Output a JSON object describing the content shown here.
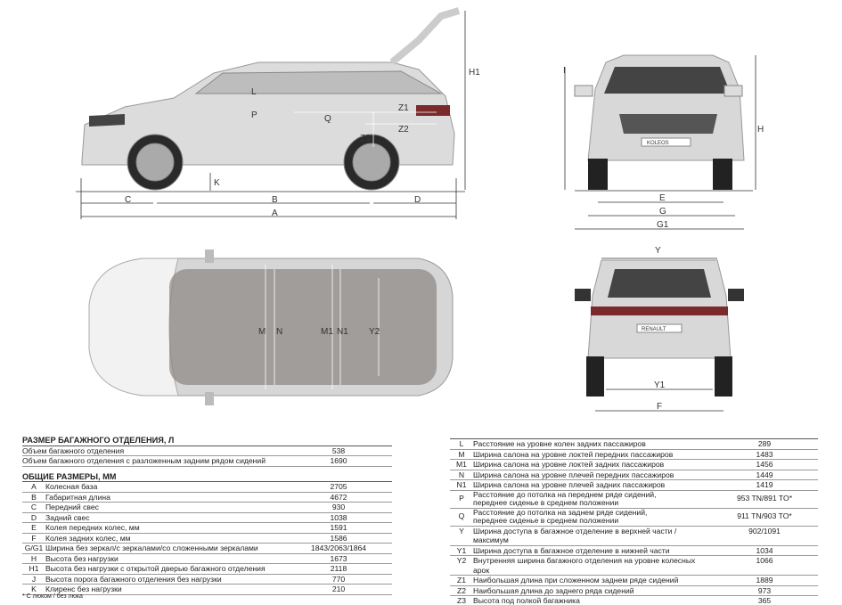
{
  "diagram_labels": {
    "side": {
      "H1": "H1",
      "P": "P",
      "Q": "Q",
      "L": "L",
      "Z1": "Z1",
      "Z2": "Z2",
      "Z3": "Z3",
      "K": "K",
      "C": "C",
      "B": "B",
      "D": "D",
      "A": "A"
    },
    "front": {
      "I": "I",
      "H": "H",
      "E": "E",
      "G": "G",
      "G1": "G1",
      "badge": "KOLEOS"
    },
    "top": {
      "M": "M",
      "N": "N",
      "M1": "M1",
      "N1": "N1",
      "Y2": "Y2"
    },
    "rear": {
      "Y": "Y",
      "Y1": "Y1",
      "F": "F",
      "badge": "RENAULT"
    }
  },
  "trunk": {
    "title": "РАЗМЕР БАГАЖНОГО ОТДЕЛЕНИЯ, Л",
    "rows": [
      {
        "desc": "Объем багажного отделения",
        "value": "538"
      },
      {
        "desc": "Объем багажного отделения с разложенным задним рядом сидений",
        "value": "1690"
      }
    ]
  },
  "general": {
    "title": "ОБЩИЕ РАЗМЕРЫ, ММ",
    "rows": [
      {
        "code": "A",
        "desc": "Колесная база",
        "value": "2705"
      },
      {
        "code": "B",
        "desc": "Габаритная длина",
        "value": "4672"
      },
      {
        "code": "C",
        "desc": "Передний свес",
        "value": "930"
      },
      {
        "code": "D",
        "desc": "Задний свес",
        "value": "1038"
      },
      {
        "code": "E",
        "desc": "Колея передних колес, мм",
        "value": "1591"
      },
      {
        "code": "F",
        "desc": "Колея задних колес, мм",
        "value": "1586"
      },
      {
        "code": "G/G1",
        "desc": "Ширина без зеркал/с зеркалами/со сложенными зеркалами",
        "value": "1843/2063/1864"
      },
      {
        "code": "H",
        "desc": "Высота без нагрузки",
        "value": "1673"
      },
      {
        "code": "H1",
        "desc": "Высота без нагрузки с открытой дверью багажного отделения",
        "value": "2118"
      },
      {
        "code": "J",
        "desc": "Высота порога багажного отделения без нагрузки",
        "value": "770"
      },
      {
        "code": "K",
        "desc": "Клиренс без нагрузки",
        "value": "210"
      }
    ]
  },
  "interior": {
    "rows": [
      {
        "code": "L",
        "desc": "Расстояние на уровне колен задних пассажиров",
        "value": "289"
      },
      {
        "code": "M",
        "desc": "Ширина салона на уровне локтей передних пассажиров",
        "value": "1483"
      },
      {
        "code": "M1",
        "desc": "Ширина салона на уровне локтей задних пассажиров",
        "value": "1456"
      },
      {
        "code": "N",
        "desc": "Ширина салона на уровне плечей передних пассажиров",
        "value": "1449"
      },
      {
        "code": "N1",
        "desc": "Ширина салона на уровне плечей задних пассажиров",
        "value": "1419"
      },
      {
        "code": "P",
        "desc": "Расстояние до потолка на переднем ряде сидений,",
        "desc2": "переднее сиденье в среднем положении",
        "value": "953 TN/891 TO*"
      },
      {
        "code": "Q",
        "desc": "Расстояние до потолка на заднем ряде сидений,",
        "desc2": "переднее сиденье в среднем положении",
        "value": "911 TN/903 TO*"
      },
      {
        "code": "Y",
        "desc": "Ширина доступа в багажное отделение в верхней части / максимум",
        "value": "902/1091"
      },
      {
        "code": "Y1",
        "desc": "Ширина доступа в багажное отделение в нижней  части",
        "value": "1034"
      },
      {
        "code": "Y2",
        "desc": "Внутренняя ширина багажного отделения на уровне колесных арок",
        "value": "1066"
      },
      {
        "code": "Z1",
        "desc": "Наибольшая длина при сложенном заднем ряде сидений",
        "value": "1889"
      },
      {
        "code": "Z2",
        "desc": "Наибольшая длина до заднего ряда сидений",
        "value": "973"
      },
      {
        "code": "Z3",
        "desc": "Высота под полкой багажника",
        "value": "365"
      }
    ]
  },
  "footnote": "* С люком / без люка"
}
